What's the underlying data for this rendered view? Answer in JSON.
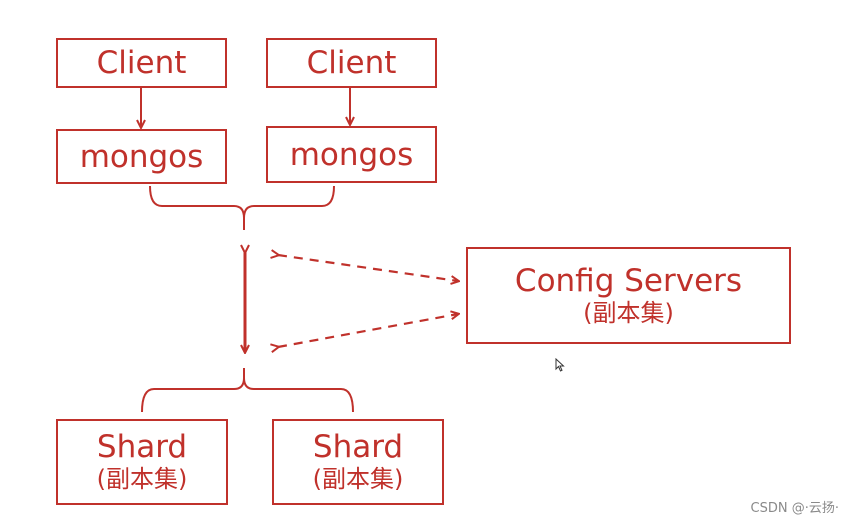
{
  "colors": {
    "accent": "#c0312b",
    "background": "#ffffff",
    "watermark": "#8a8a8a"
  },
  "clients": [
    {
      "label": "Client"
    },
    {
      "label": "Client"
    }
  ],
  "routers": [
    {
      "label": "mongos"
    },
    {
      "label": "mongos"
    }
  ],
  "config_servers": {
    "label": "Config Servers",
    "sublabel": "(副本集)"
  },
  "shards": [
    {
      "label": "Shard",
      "sublabel": "(副本集)"
    },
    {
      "label": "Shard",
      "sublabel": "(副本集)"
    }
  ],
  "watermark": "CSDN @·云扬·"
}
